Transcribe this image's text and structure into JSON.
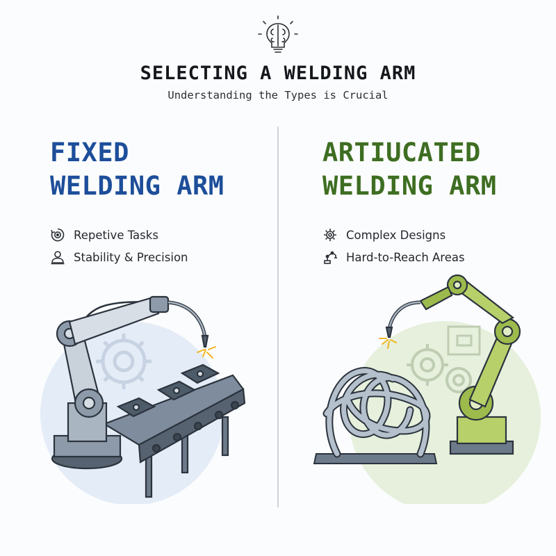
{
  "header": {
    "icon": "brain-lightbulb-icon",
    "title": "SELECTING A WELDING ARM",
    "subtitle": "Understanding the Types is Crucial"
  },
  "left_panel": {
    "title_line1": "FIXED",
    "title_line2": "WELDING ARM",
    "accent_color": "#1d4e9a",
    "features": [
      {
        "label": "Repetive Tasks",
        "icon": "repeat-target-icon"
      },
      {
        "label": "Stability & Precision",
        "icon": "operator-icon"
      }
    ],
    "illustration": "fixed-arm-conveyor-illustration"
  },
  "right_panel": {
    "title_line1": "ARTIUCATED",
    "title_line2": "WELDING ARM",
    "accent_color": "#3e6e22",
    "features": [
      {
        "label": "Complex Designs",
        "icon": "complex-gear-icon"
      },
      {
        "label": "Hard-to-Reach Areas",
        "icon": "reach-arm-icon"
      }
    ],
    "illustration": "articulated-arm-sculpture-illustration"
  }
}
